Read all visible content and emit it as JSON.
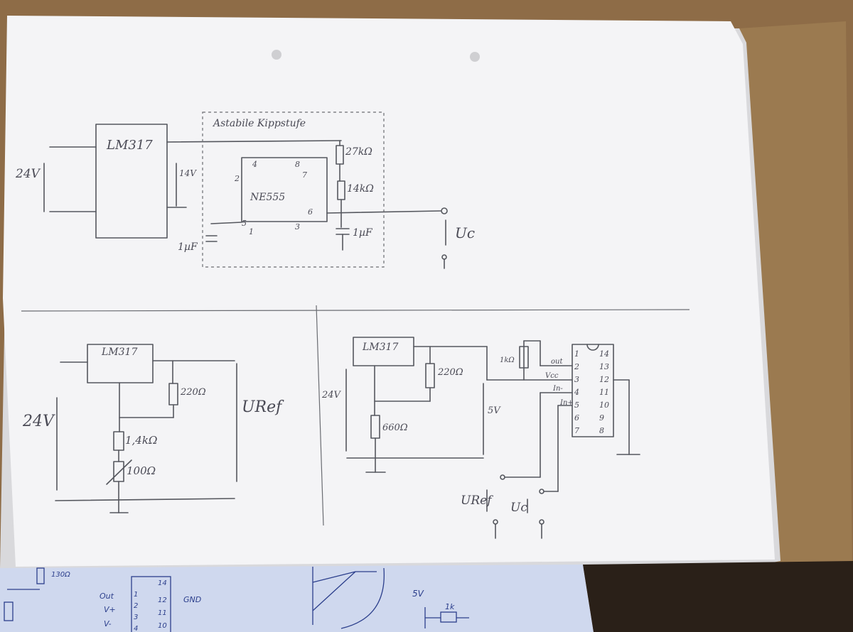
{
  "colors": {
    "desk": "#8a6a45",
    "paper": "#f3f3f5",
    "ink": "#55575e",
    "bottom_sheet": "#c9d4ec",
    "bottom_ink": "#2c3f8c"
  },
  "top_circuit": {
    "box_label": "Astabile Kippstufe",
    "regulator": "LM317",
    "input_voltage": "24V",
    "output_voltage": "14V",
    "timer": "NE555",
    "pins": {
      "p4": "4",
      "p8": "8",
      "p7": "7",
      "p2": "2",
      "p6": "6",
      "p5": "5",
      "p1": "1",
      "p3": "3"
    },
    "r1": "27kΩ",
    "r2": "14kΩ",
    "c_timing": "1µF",
    "c_control": "1µF",
    "output_label": "Uc"
  },
  "bottom_left": {
    "regulator": "LM317",
    "input_voltage": "24V",
    "r_top": "220Ω",
    "r_mid": "1,4kΩ",
    "pot": "100Ω",
    "output_label": "URef"
  },
  "bottom_right": {
    "regulator": "LM317",
    "input_voltage": "24V",
    "r_top": "220Ω",
    "r_bottom": "660Ω",
    "supply": "5V",
    "pullup": "1kΩ",
    "ic_left_pins": [
      "1",
      "2",
      "3",
      "4",
      "5",
      "6",
      "7"
    ],
    "ic_right_pins": [
      "14",
      "13",
      "12",
      "11",
      "10",
      "9",
      "8"
    ],
    "pin_names": {
      "out": "out",
      "vcc": "Vcc",
      "in_minus": "In-",
      "in_plus": "In+"
    },
    "input_ref": "URef",
    "input_c": "Uc"
  },
  "bottom_sheet": {
    "labels": [
      "130Ω",
      "Out",
      "V+",
      "V-",
      "GND",
      "5V",
      "1k"
    ],
    "pins": [
      "1",
      "2",
      "3",
      "4",
      "14",
      "12",
      "11",
      "10"
    ]
  }
}
